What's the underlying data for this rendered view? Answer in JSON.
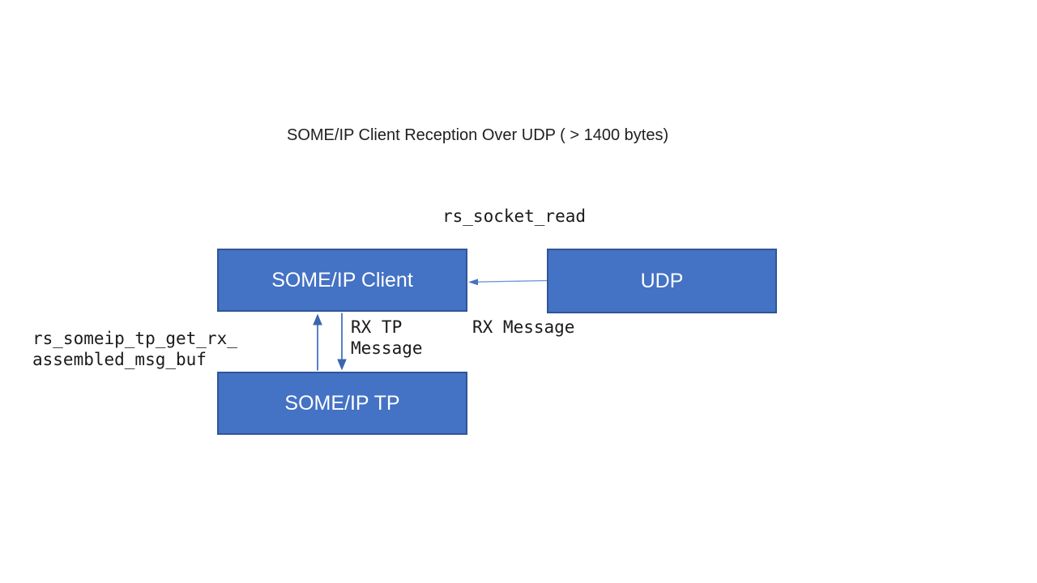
{
  "diagram": {
    "title": "SOME/IP Client Reception Over UDP ( > 1400 bytes)",
    "nodes": {
      "client": {
        "label": "SOME/IP Client"
      },
      "udp": {
        "label": "UDP"
      },
      "tp": {
        "label": "SOME/IP TP"
      }
    },
    "labels": {
      "socket_read": "rs_socket_read",
      "assembled_msg_line1": "rs_someip_tp_get_rx_",
      "assembled_msg_line2": "assembled_msg_buf",
      "rx_tp_line1": "RX TP",
      "rx_tp_line2": "Message",
      "rx_message": "RX Message"
    },
    "edges": {
      "udp_to_client": "RX Message flows from UDP to SOME/IP Client",
      "client_to_tp": "RX TP Message flows from SOME/IP Client to SOME/IP TP",
      "tp_to_client": "assembled msg buf returned from SOME/IP TP to SOME/IP Client"
    },
    "colors": {
      "node_fill": "#4472C4",
      "node_border": "#2F5597",
      "arrow_shaft": "#4472C4",
      "arrow_head": "#3B66AD",
      "connector_light": "#6E93D6",
      "title_text": "#1F1F1F",
      "label_text": "#1A1A1A",
      "node_text": "#FFFFFF"
    }
  }
}
